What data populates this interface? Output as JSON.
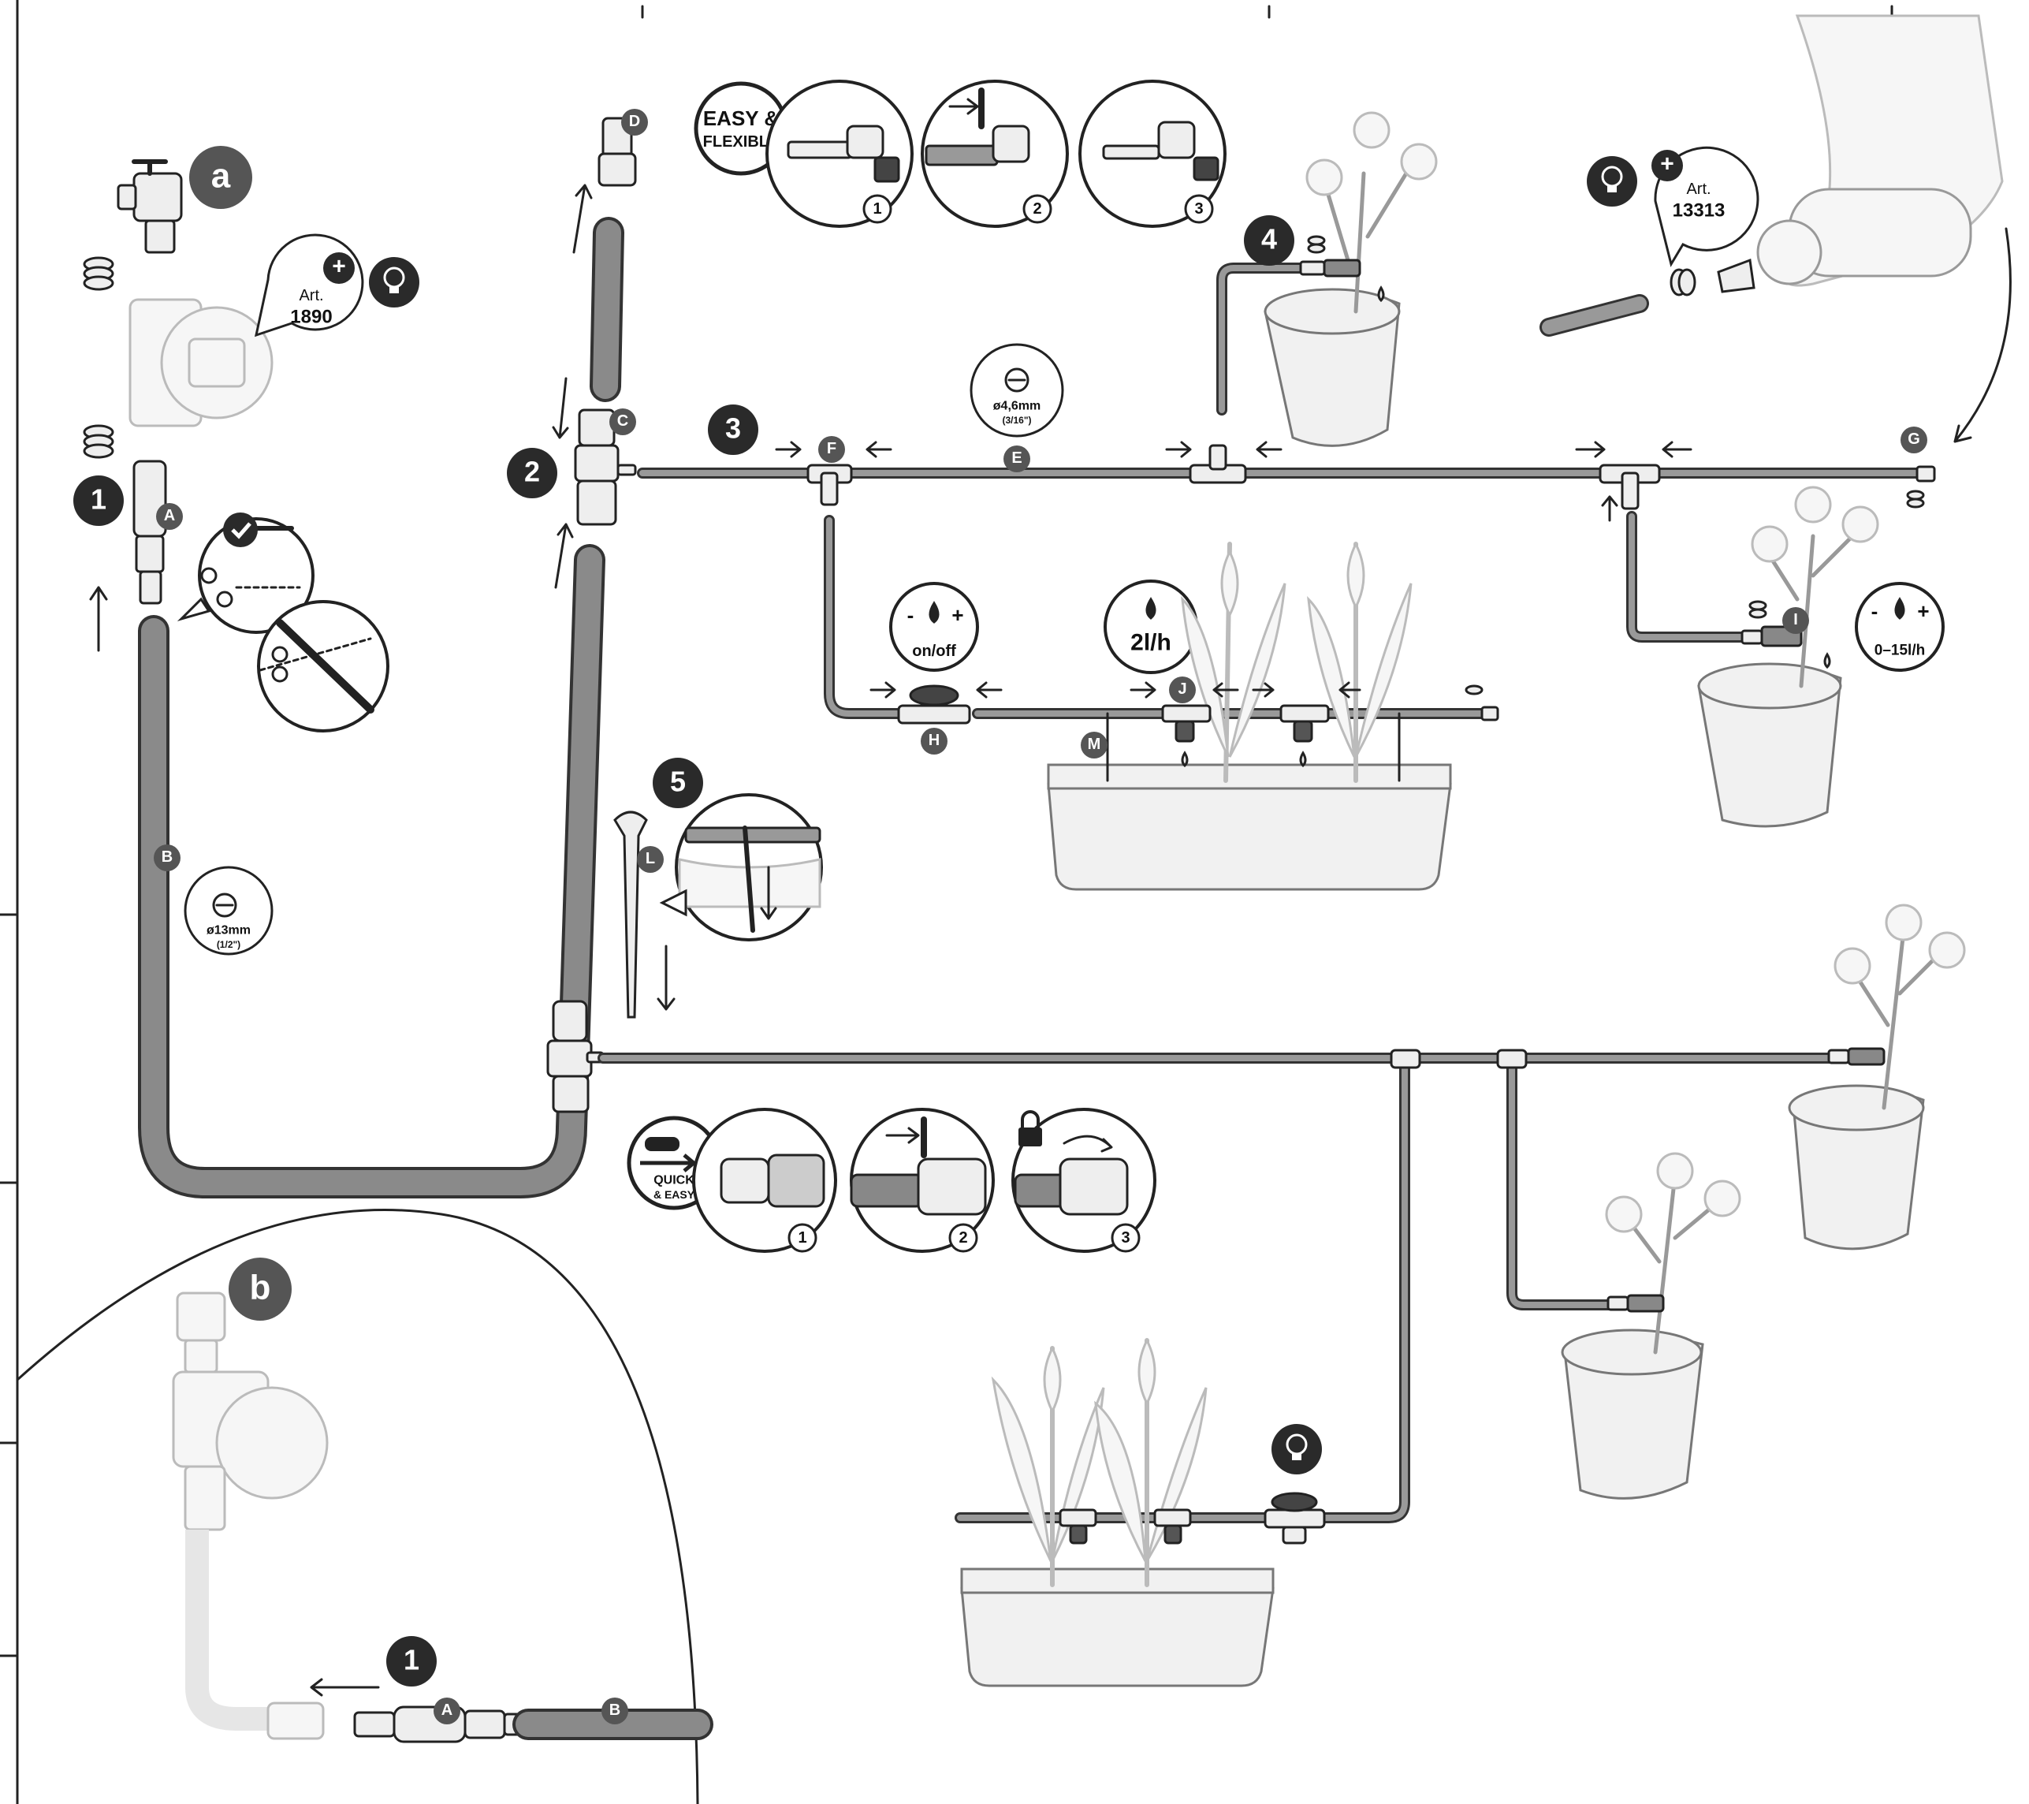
{
  "badges": {
    "a": "a",
    "b": "b",
    "step1": "1",
    "step2": "2",
    "step3": "3",
    "step4": "4",
    "step5": "5",
    "step1b": "1"
  },
  "parts": {
    "A": "A",
    "B": "B",
    "C": "C",
    "D": "D",
    "E": "E",
    "F": "F",
    "G": "G",
    "H": "H",
    "I": "I",
    "J": "J",
    "L": "L",
    "M": "M",
    "A2": "A",
    "B2": "B"
  },
  "callouts": {
    "art_1890_prefix": "Art.",
    "art_1890_number": "1890",
    "art_13313_prefix": "Art.",
    "art_13313_number": "13313",
    "plus": "+",
    "easy_flexible_1": "EASY &",
    "easy_flexible_2": "FLEXIBLE",
    "quick_easy_1": "QUICK",
    "quick_easy_2": "& EASY",
    "hose_main_dia": "ø13mm",
    "hose_main_dia_inch": "(1/2\")",
    "hose_micro_dia": "ø4,6mm",
    "hose_micro_dia_inch": "(3/16\")",
    "valve_label": "on/off",
    "drip_rate": "2l/h",
    "adjustable_rate": "0–15l/h",
    "minus": "-",
    "plus_small": "+"
  },
  "substeps": {
    "top1": "1",
    "top2": "2",
    "top3": "3",
    "bottom1": "1",
    "bottom2": "2",
    "bottom3": "3"
  },
  "colors": {
    "badge_dark": "#2a2a2a",
    "badge_grey": "#555555",
    "hose": "#8a8a8a",
    "outline": "#222222"
  }
}
